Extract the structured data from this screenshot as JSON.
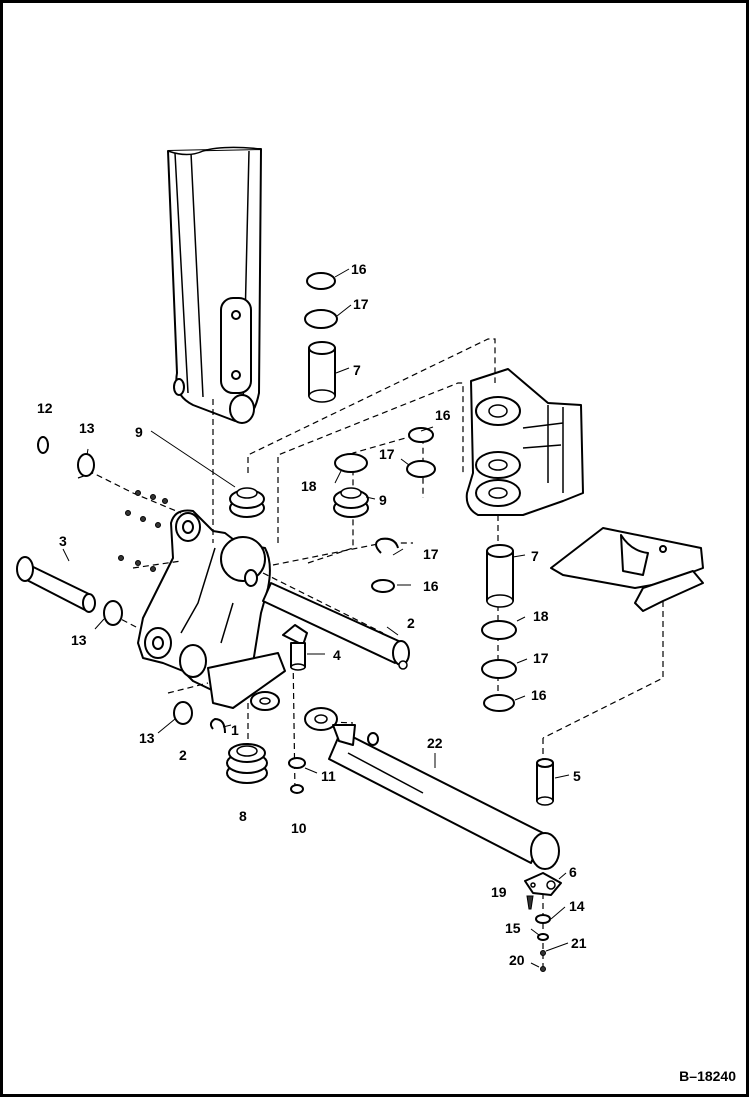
{
  "figure_id": "B–18240",
  "callouts": {
    "c16a": "16",
    "c17a": "17",
    "c7a": "7",
    "c12": "12",
    "c13a": "13",
    "c9a": "9",
    "c16b": "16",
    "c17b": "17",
    "c18a": "18",
    "c9b": "9",
    "c3": "3",
    "c17c": "17",
    "c16c": "16",
    "c7b": "7",
    "c13b": "13",
    "c2a": "2",
    "c4": "4",
    "c18b": "18",
    "c17d": "17",
    "c16d": "16",
    "c13c": "13",
    "c1": "1",
    "c2b": "2",
    "c22": "22",
    "c11": "11",
    "c5": "5",
    "c8": "8",
    "c10": "10",
    "c6": "6",
    "c19": "19",
    "c14": "14",
    "c15": "15",
    "c21": "21",
    "c20": "20"
  }
}
